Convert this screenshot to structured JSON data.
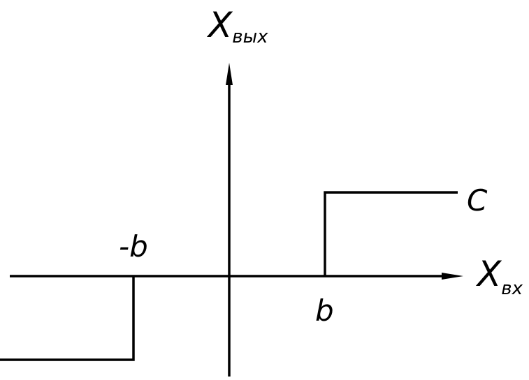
{
  "axes": {
    "y": {
      "main": "X",
      "subscript": "вых"
    },
    "x": {
      "main": "X",
      "subscript": "вх"
    }
  },
  "labels": {
    "output_level": "C",
    "threshold_neg": "-b",
    "threshold_pos": "b"
  }
}
